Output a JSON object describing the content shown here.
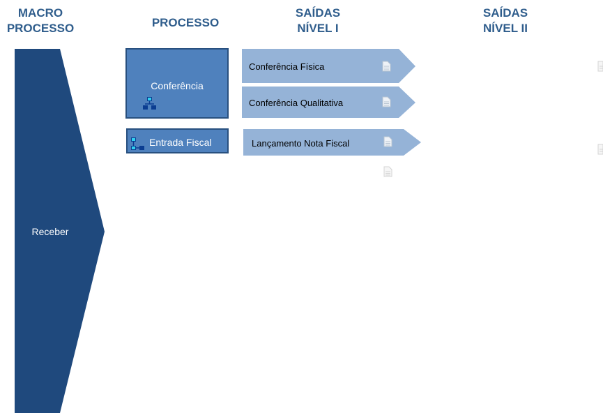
{
  "headers": {
    "macro": "MACRO\nPROCESSO",
    "processo": "PROCESSO",
    "saidas1": "SAÍDAS\nNÍVEL I",
    "saidas2": "SAÍDAS\nNÍVEL II"
  },
  "macro_process": {
    "label": "Receber"
  },
  "processes": {
    "conferencia": {
      "label": "Conferência",
      "icon": "hierarchy-icon"
    },
    "entrada_fiscal": {
      "label": "Entrada Fiscal",
      "icon": "hierarchy-icon"
    }
  },
  "outputs": {
    "fisica": {
      "label": "Conferência Física",
      "icon": "document-icon"
    },
    "qualitativa": {
      "label": "Conferência Qualitativa",
      "icon": "document-icon"
    },
    "lancamento": {
      "label": "Lançamento Nota Fiscal",
      "icon": "document-icon"
    }
  },
  "colors": {
    "header": "#2f5d8c",
    "macro_fill": "#1f497d",
    "process_fill": "#4f81bd",
    "output_fill": "#95b3d7"
  }
}
